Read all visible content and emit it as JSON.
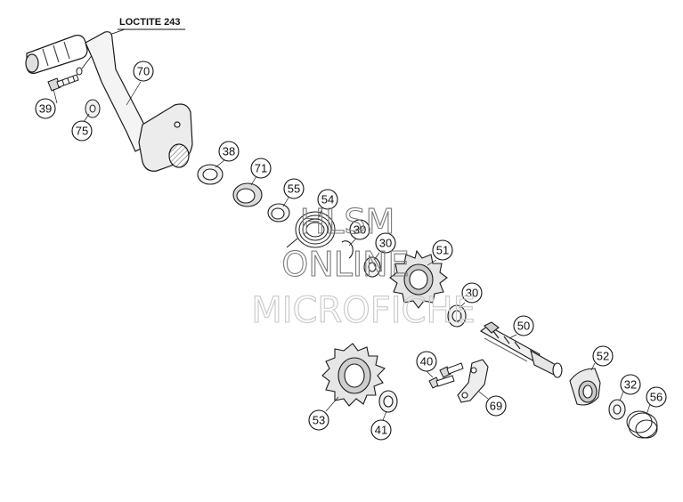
{
  "annotation": {
    "loctite_label": "LOCTITE 243"
  },
  "watermark": {
    "line1": "HLSM",
    "line2": "ONLINE",
    "line3": "MICROFICHE"
  },
  "callouts": {
    "p70": "70",
    "p39": "39",
    "p75": "75",
    "p38": "38",
    "p71": "71",
    "p55": "55",
    "p54": "54",
    "p30a": "30",
    "p30b": "30",
    "p30c": "30",
    "p51": "51",
    "p50": "50",
    "p52": "52",
    "p40": "40",
    "p69": "69",
    "p32": "32",
    "p56": "56",
    "p53": "53",
    "p41": "41"
  },
  "colors": {
    "line": "#1a1a1a",
    "shade": "#8c8c8c",
    "light_shade": "#d4d4d4",
    "watermark": "#7a7a7a",
    "watermark_light": "#c8c8c8"
  }
}
